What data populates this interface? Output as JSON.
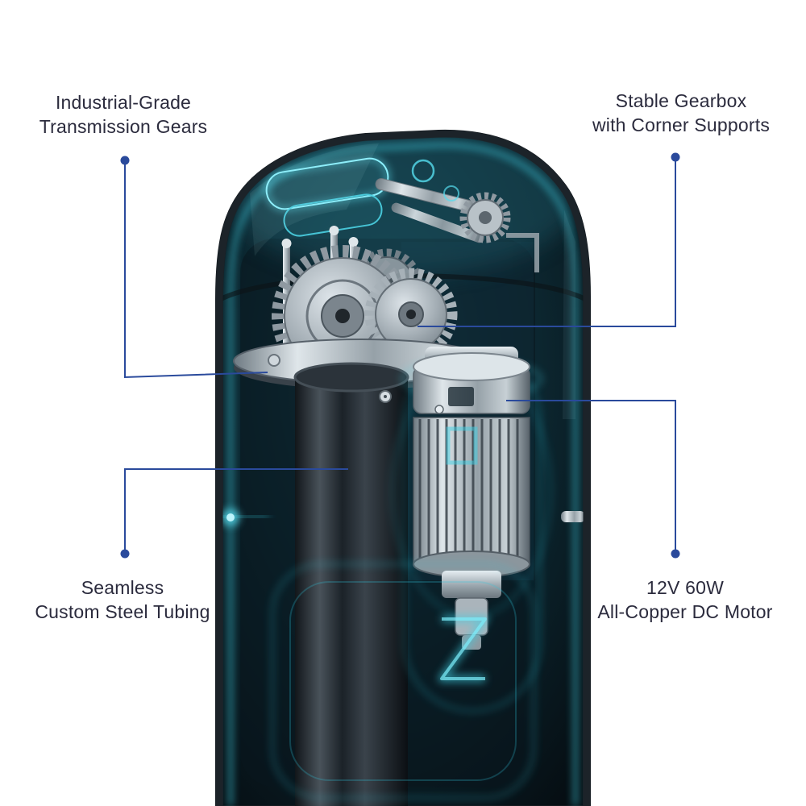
{
  "illustration": {
    "description": "X-ray cutaway render of a device interior showing transmission gears, gearbox, steel tube and DC motor with cyan glow"
  },
  "callouts": [
    {
      "id": "transmission-gears",
      "position": "top-left",
      "line1": "Industrial-Grade",
      "line2": "Transmission Gears"
    },
    {
      "id": "stable-gearbox",
      "position": "top-right",
      "line1": "Stable Gearbox",
      "line2": "with Corner Supports"
    },
    {
      "id": "steel-tubing",
      "position": "bottom-left",
      "line1": "Seamless",
      "line2": "Custom Steel Tubing"
    },
    {
      "id": "dc-motor",
      "position": "bottom-right",
      "line1": "12V 60W",
      "line2": "All-Copper DC Motor"
    }
  ],
  "colors": {
    "callout_line": "#2a4a9c",
    "label_text": "#2b2b3d",
    "glow_cyan": "#3fd4e8",
    "body_dark": "#1c2329",
    "background": "#ffffff"
  }
}
